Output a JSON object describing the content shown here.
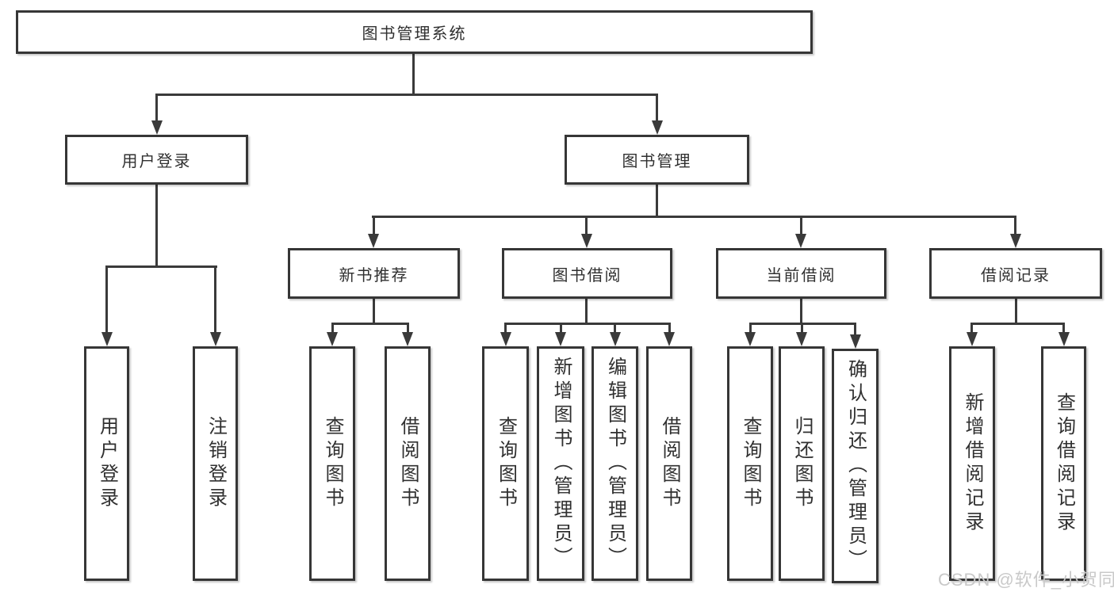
{
  "colors": {
    "background": "#ffffff",
    "line": "#3a3a3a",
    "box_border": "#363636",
    "text": "#303030",
    "watermark": "#c9c9c9"
  },
  "tree": {
    "root": "图书管理系统",
    "branches": [
      {
        "label": "用户登录",
        "children": [
          "用户登录",
          "注销登录"
        ]
      },
      {
        "label": "图书管理",
        "groups": [
          {
            "label": "新书推荐",
            "children": [
              "查询图书",
              "借阅图书"
            ]
          },
          {
            "label": "图书借阅",
            "children": [
              "查询图书",
              "新增图书（管理员）",
              "编辑图书（管理员）",
              "借阅图书"
            ]
          },
          {
            "label": "当前借阅",
            "children": [
              "查询图书",
              "归还图书",
              "确认归还（管理员）"
            ]
          },
          {
            "label": "借阅记录",
            "children": [
              "新增借阅记录",
              "查询借阅记录"
            ]
          }
        ]
      }
    ]
  },
  "watermark": "CSDN @软件_小贺同学"
}
